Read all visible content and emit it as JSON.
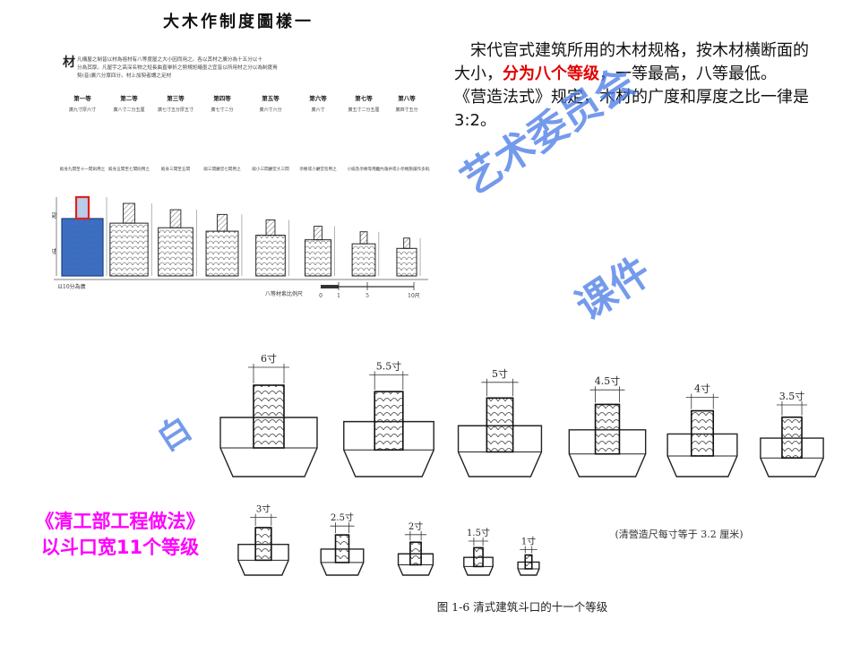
{
  "top_figure": {
    "title": "大木作制度圖樣一",
    "side_char": "材",
    "intro_lines": [
      "凡構屋之制皆以材為祖材有八等度屋之大小因而用之。各以其材之廣分為十五分以十",
      "分為其厚。凡屋宇之高深名物之短長曲直舉折之勢規矩繩墨之宜皆以所用材之分以為制度焉",
      "契(音)廣六分厚四分。材上加契者謂之足材"
    ],
    "grade_names": [
      "第一等",
      "第二等",
      "第三等",
      "第四等",
      "第五等",
      "第六等",
      "第七等",
      "第八等"
    ],
    "sizes": [
      "廣九寸厚六寸",
      "廣八寸二分五厘",
      "廣七寸五分厚五寸",
      "廣七寸二分",
      "廣六寸六分",
      "廣六寸",
      "廣五寸二分五厘",
      "廣四寸五分"
    ],
    "uses": [
      "殿身九間至十一間則用之",
      "殿身五間至七間則用之",
      "殿身三間至五間",
      "殿三間廳堂七間用之",
      "殿小三間廳堂大三間",
      "亭榭或小廳堂皆用之",
      "小殿及亭榭等用之",
      "殿內藻井或小亭榭施鋪作多則用之"
    ],
    "left_label_top": "契",
    "left_label_bottom": "材",
    "left_caption": "以10分為廣",
    "scale_caption": "八等材絫比例尺",
    "scale_ticks": [
      "0",
      "1",
      "5",
      "10尺"
    ]
  },
  "description": {
    "line1": "宋代官式建筑所用的木材规格，按木材横断面的大小，",
    "highlight": "分为八个等级",
    "line1_end": "，一等最高，八等最低。",
    "line2": "《营造法式》规定，木材的广度和厚度之比一律是3:2。"
  },
  "bottom_figure": {
    "row1_sizes": [
      "6寸",
      "5.5寸",
      "5寸",
      "4.5寸",
      "4寸",
      "3.5寸"
    ],
    "row2_sizes": [
      "3寸",
      "2.5寸",
      "2寸",
      "1.5寸",
      "1寸"
    ],
    "note": "(清營造尺每寸等于 3.2 厘米)",
    "caption": "图 1-6   清式建筑斗口的十一个等级"
  },
  "pink_note": {
    "line1": "《清工部工程做法》",
    "line2": "以斗口宽11个等级"
  },
  "watermark": {
    "text1": "艺术委员会",
    "text2": "课件",
    "text3": "白"
  },
  "colors": {
    "highlight_red": "#e00000",
    "pink": "#ff00ff",
    "watermark_blue": "#4a7de0",
    "first_grade_blue": "#3b6fc4",
    "first_grade_red": "#e02020"
  }
}
